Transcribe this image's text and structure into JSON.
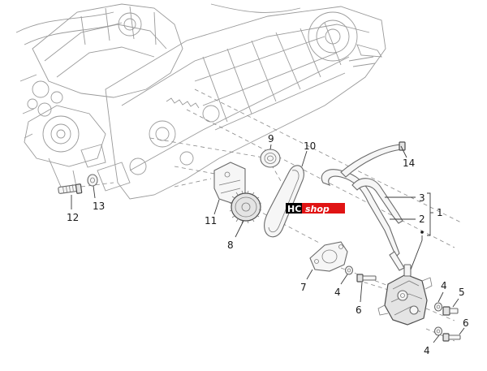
{
  "labels": {
    "l1": "1",
    "l2": "2",
    "l3": "3",
    "l4a": "4",
    "l4b": "4",
    "l4c": "4",
    "l5": "5",
    "l6a": "6",
    "l6b": "6",
    "l7": "7",
    "l8": "8",
    "l9": "9",
    "l10": "10",
    "l11": "11",
    "l12": "12",
    "l13": "13",
    "l14": "14"
  },
  "watermark": {
    "part1": "HC",
    "part2": "shop"
  },
  "colors": {
    "watermark_red": "#e01414",
    "watermark_black": "#000000",
    "line_gray": "#9a9a9a"
  }
}
